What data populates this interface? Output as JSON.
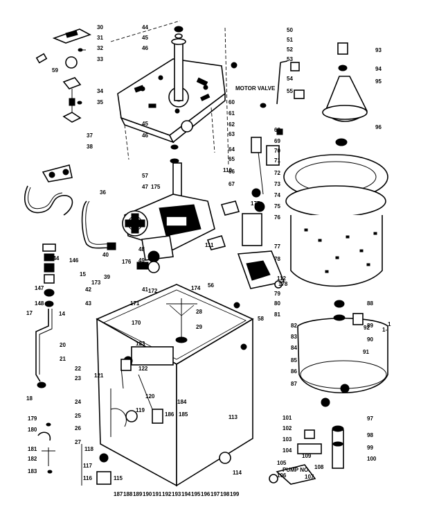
{
  "callouts": [
    "30",
    "31",
    "32",
    "33",
    "34",
    "35",
    "59",
    "37",
    "38",
    "57",
    "44",
    "45",
    "46",
    "45",
    "46",
    "47",
    "48",
    "49",
    "40",
    "41",
    "42",
    "43",
    "144",
    "36",
    "39",
    "146",
    "147",
    "148",
    "17",
    "18",
    "14",
    "15",
    "20",
    "21",
    "22",
    "23",
    "24",
    "25",
    "26",
    "27",
    "28",
    "29",
    "50",
    "51",
    "52",
    "53",
    "54",
    "55",
    "56",
    "58",
    "60",
    "61",
    "62",
    "63",
    "64",
    "65",
    "66",
    "67",
    "68",
    "69",
    "70",
    "71",
    "72",
    "73",
    "74",
    "75",
    "76",
    "77",
    "78",
    "79",
    "80",
    "81",
    "82",
    "83",
    "84",
    "85",
    "86",
    "87",
    "88",
    "89",
    "90",
    "91",
    "92",
    "93",
    "94",
    "95",
    "96",
    "97",
    "98",
    "99",
    "100",
    "101",
    "102",
    "103",
    "104",
    "105",
    "106",
    "107",
    "108",
    "109",
    "110",
    "111",
    "112",
    "113",
    "114",
    "115",
    "116",
    "117",
    "118",
    "119",
    "120",
    "121",
    "122",
    "123",
    "170",
    "171",
    "172",
    "173",
    "174",
    "175",
    "176",
    "177",
    "178",
    "179",
    "180",
    "181",
    "182",
    "183",
    "184",
    "185",
    "186",
    "187",
    "188",
    "189",
    "190",
    "191",
    "192",
    "193",
    "194",
    "195",
    "196",
    "197",
    "198",
    "199"
  ],
  "annotations": {
    "motor_note": "MOTOR VALVE",
    "pump_note": "PUMP NO.",
    "tub_note_1": "1",
    "tub_note_2": "1-"
  },
  "colors": {
    "ink": "#000000",
    "paper": "#ffffff"
  }
}
